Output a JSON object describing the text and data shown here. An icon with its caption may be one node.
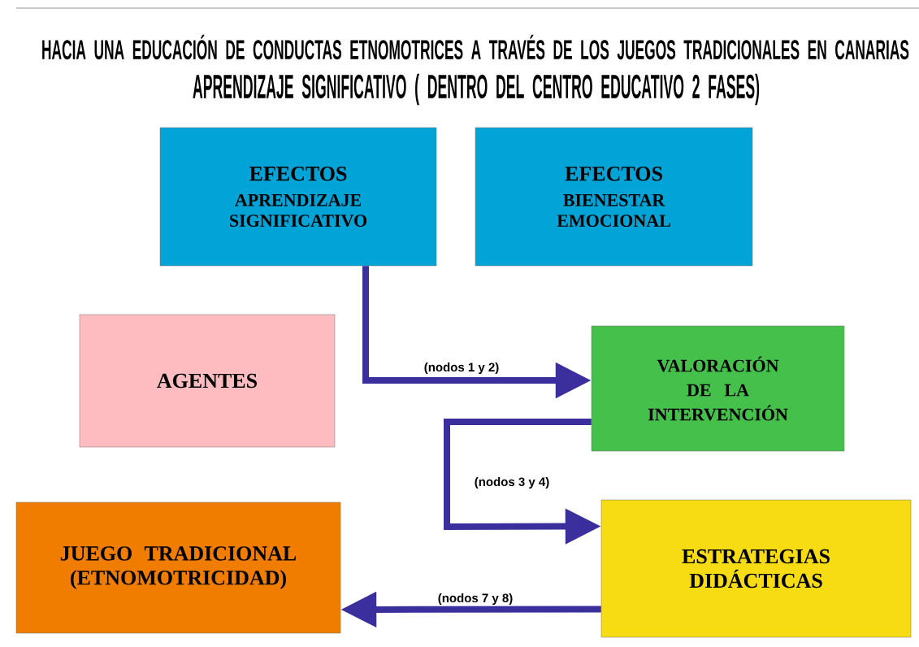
{
  "diagram": {
    "title": "HACIA UNA EDUCACIÓN DE CONDUCTAS ETNOMOTRICES A TRAVÉS DE LOS JUEGOS TRADICIONALES EN CANARIAS",
    "nodes": [
      {
        "text": [
          "EFECTOS",
          "APRENDIZAJE SIGNIFICATIVO"
        ]
      },
      {
        "text": [
          "EFECTOS",
          "BIENESTAR EMOCIONAL"
        ]
      },
      {
        "text": [
          "AGENTES"
        ]
      },
      {
        "text": [
          "VALORACIÓN DE LA INTERVENCIÓN"
        ]
      },
      {
        "text": [
          "JUEGO TRADICIONAL (ETNOMOTRICIDAD)"
        ]
      },
      {
        "text": [
          "ESTRATEGIAS DIDÁCTICAS"
        ]
      }
    ],
    "edges": [
      {
        "from": 0,
        "to": 3,
        "arrow": "to",
        "label": "(nodos 1 y 2)"
      },
      {
        "from": 3,
        "to": 5,
        "arrow": "to",
        "label": "(nodos 3 y 4)"
      },
      {
        "from": 5,
        "to": 4,
        "arrow": "to",
        "label": "(nodos 7 y 8)"
      }
    ],
    "labels": [
      "APRENDIZAJE SIGNIFICATIVO  ( DENTRO DEL CENTRO EDUCATIVO 2 FASES)"
    ]
  }
}
